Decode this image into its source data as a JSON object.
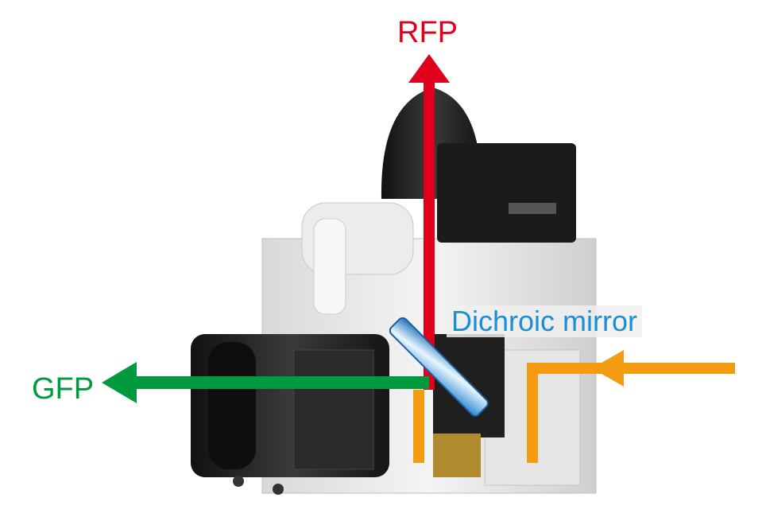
{
  "labels": {
    "rfp": "RFP",
    "gfp": "GFP",
    "dichroic_mirror": "Dichroic mirror"
  },
  "colors": {
    "rfp": "#e0001b",
    "gfp": "#009a3e",
    "dichroic_text": "#1a8fd6",
    "excitation": "#f39c12",
    "mirror": "#3fa9e8"
  },
  "icons": {
    "instrument": "microscope-unit-icon",
    "mirror": "dichroic-mirror-icon"
  }
}
